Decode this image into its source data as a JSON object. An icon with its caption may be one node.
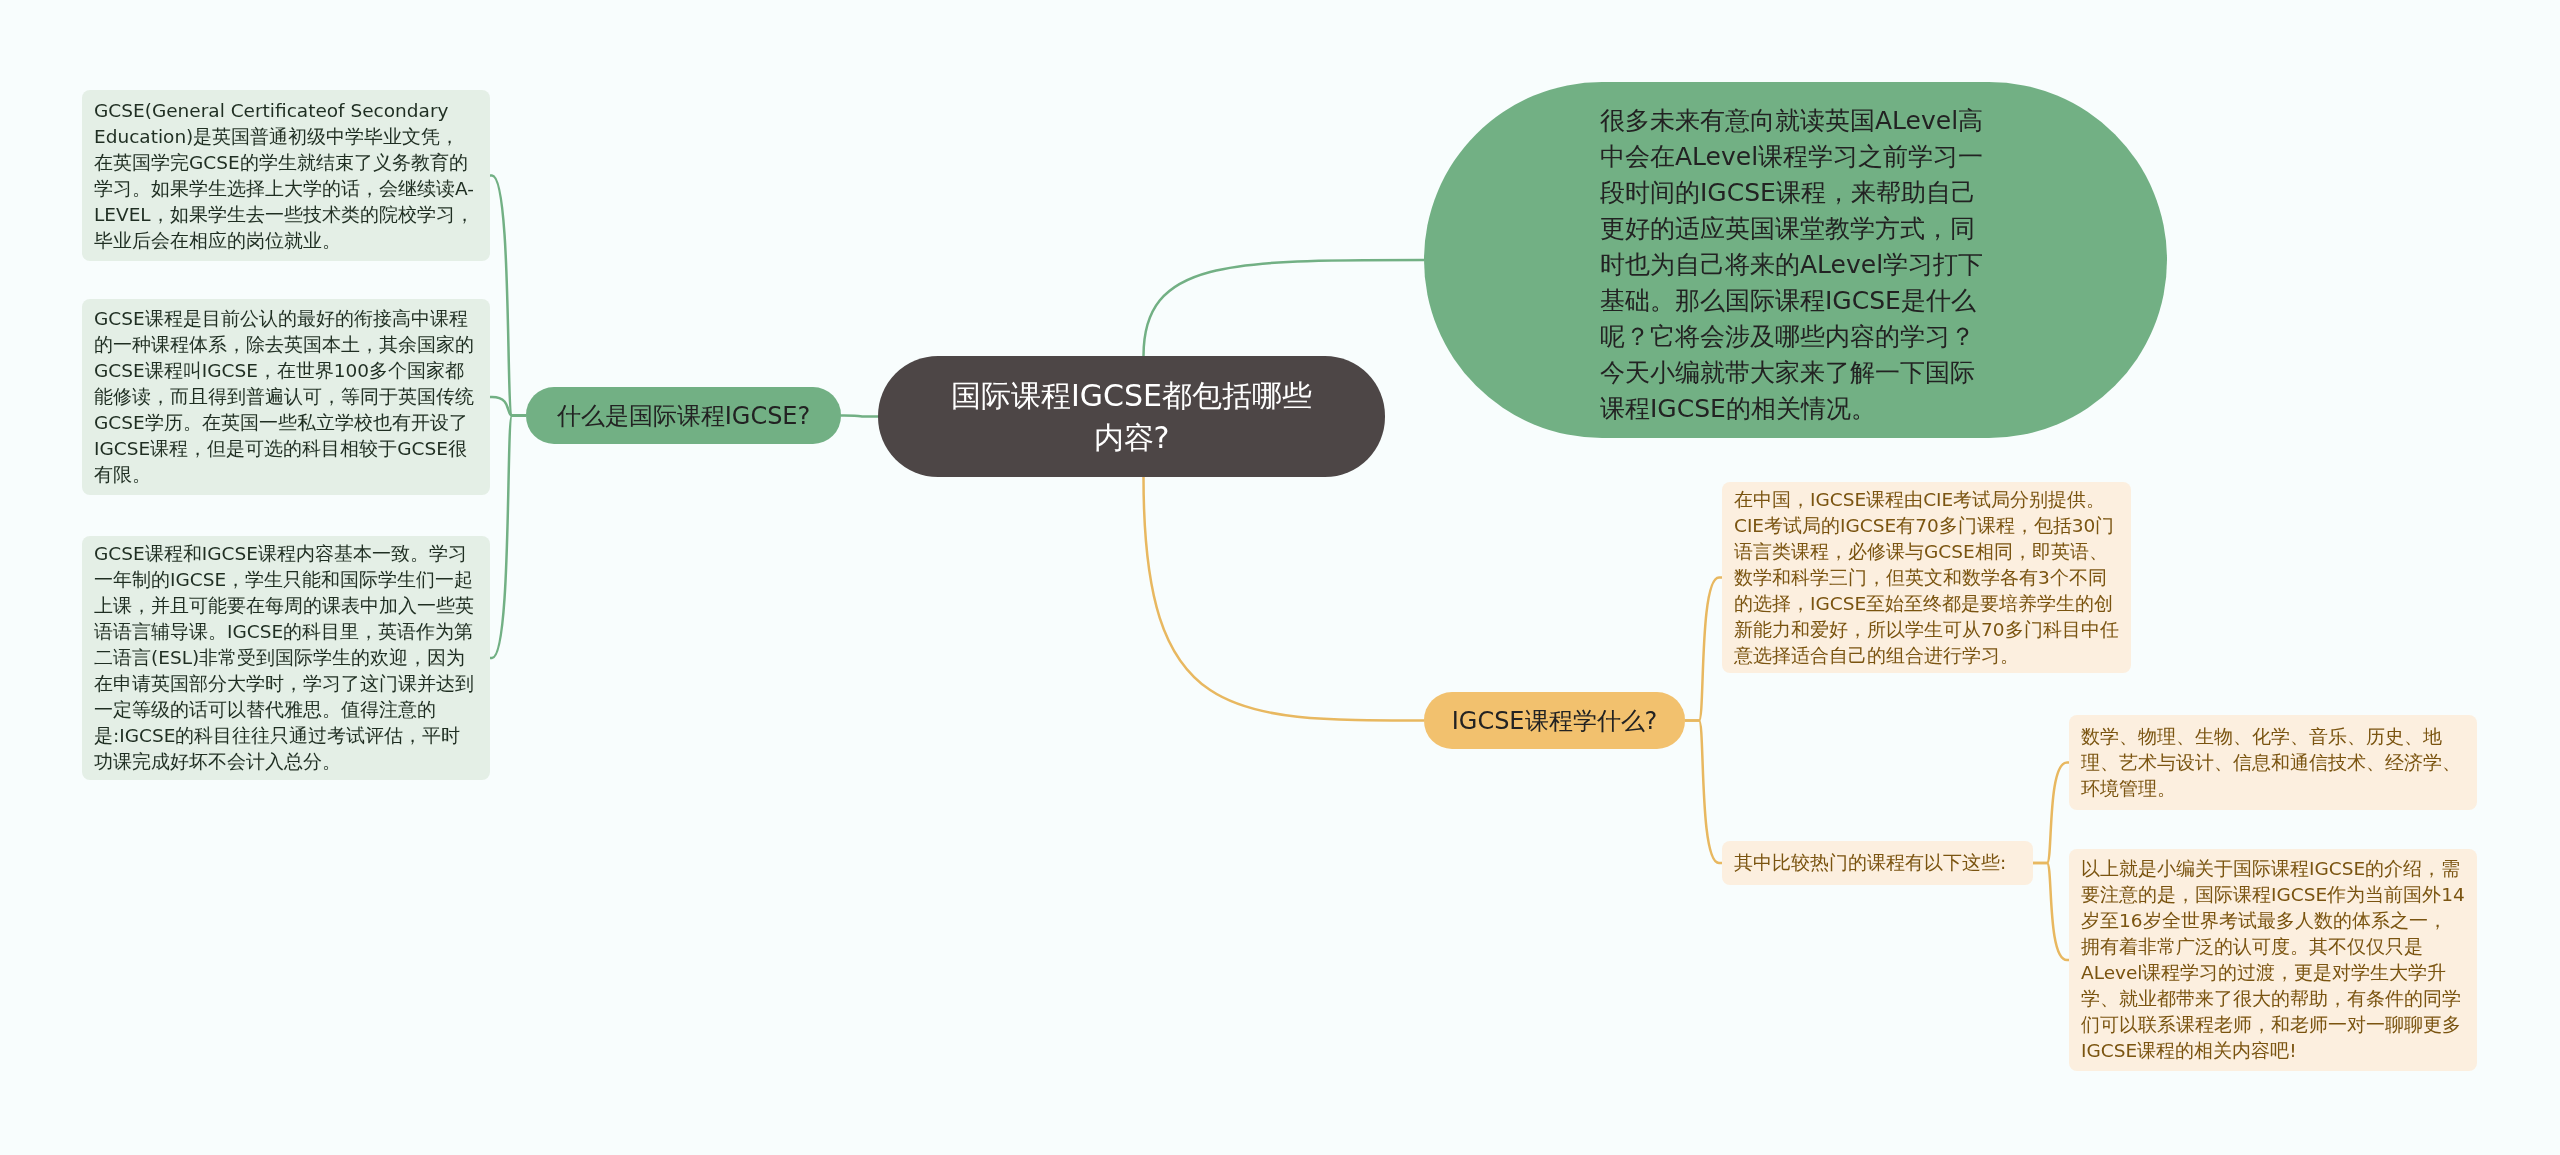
{
  "diagram": {
    "nodes": [
      {
        "text": [
          "国际课程IGCSE都包括哪些内容?"
        ]
      },
      {
        "text": [
          "什么是国际课程IGCSE?"
        ]
      },
      {
        "text": [
          "GCSE(General Certificateof Secondary Education)是英国普通初级中学毕业文凭，在英国学完GCSE的学生就结束了义务教育的学习。如果学生选择上大学的话，会继续读A-LEVEL，如果学生去一些技术类的院校学习，毕业后会在相应的岗位就业。"
        ]
      },
      {
        "text": [
          "GCSE课程是目前公认的最好的衔接高中课程的一种课程体系，除去英国本土，其余国家的GCSE课程叫IGCSE，在世界100多个国家都能修读，而且得到普遍认可，等同于英国传统GCSE学历。在英国一些私立学校也有开设了IGCSE课程，但是可选的科目相较于GCSE很有限。"
        ]
      },
      {
        "text": [
          "GCSE课程和IGCSE课程内容基本一致。学习一年制的IGCSE，学生只能和国际学生们一起上课，并且可能要在每周的课表中加入一些英语语言辅导课。IGCSE的科目里，英语作为第二语言(ESL)非常受到国际学生的欢迎，因为在申请英国部分大学时，学习了这门课并达到一定等级的话可以替代雅思。值得注意的是:IGCSE的科目往往只通过考试评估，平时功课完成好坏不会计入总分。"
        ]
      },
      {
        "text": [
          "很多未来有意向就读英国ALevel高中会在ALevel课程学习之前学习一段时间的IGCSE课程，来帮助自己更好的适应英国课堂教学方式，同时也为自己将来的ALevel学习打下基础。那么国际课程IGCSE是什么呢？它将会涉及哪些内容的学习？今天小编就带大家来了解一下国际课程IGCSE的相关情况。"
        ]
      },
      {
        "text": [
          "IGCSE课程学什么?"
        ]
      },
      {
        "text": [
          "在中国，IGCSE课程由CIE考试局分别提供。CIE考试局的IGCSE有70多门课程，包括30门语言类课程，必修课与GCSE相同，即英语、数学和科学三门，但英文和数学各有3个不同的选择，IGCSE至始至终都是要培养学生的创新能力和爱好，所以学生可从70多门科目中任意选择适合自己的组合进行学习。"
        ]
      },
      {
        "text": [
          "其中比较热门的课程有以下这些:"
        ]
      },
      {
        "text": [
          "数学、物理、生物、化学、音乐、历史、地理、艺术与设计、信息和通信技术、经济学、环境管理。"
        ]
      },
      {
        "text": [
          "以上就是小编关于国际课程IGCSE的介绍，需要注意的是，国际课程IGCSE作为当前国外14岁至16岁全世界考试最多人数的体系之一，拥有着非常广泛的认可度。其不仅仅只是ALevel课程学习的过渡，更是对学生大学升学、就业都带来了很大的帮助，有条件的同学们可以联系课程老师，和老师一对一聊聊更多IGCSE课程的相关内容吧!"
        ]
      }
    ],
    "edges": [
      {
        "from": 0,
        "to": 1,
        "arrow": "none"
      },
      {
        "from": 1,
        "to": 2,
        "arrow": "none"
      },
      {
        "from": 1,
        "to": 3,
        "arrow": "none"
      },
      {
        "from": 1,
        "to": 4,
        "arrow": "none"
      },
      {
        "from": 0,
        "to": 5,
        "arrow": "none"
      },
      {
        "from": 0,
        "to": 6,
        "arrow": "none",
        "color": "#e8b860"
      },
      {
        "from": 6,
        "to": 7,
        "arrow": "none",
        "color": "#e8b860"
      },
      {
        "from": 6,
        "to": 8,
        "arrow": "none",
        "color": "#e8b860"
      },
      {
        "from": 8,
        "to": 9,
        "arrow": "none",
        "color": "#e8b860"
      },
      {
        "from": 8,
        "to": 10,
        "arrow": "none",
        "color": "#e8b860"
      }
    ]
  }
}
